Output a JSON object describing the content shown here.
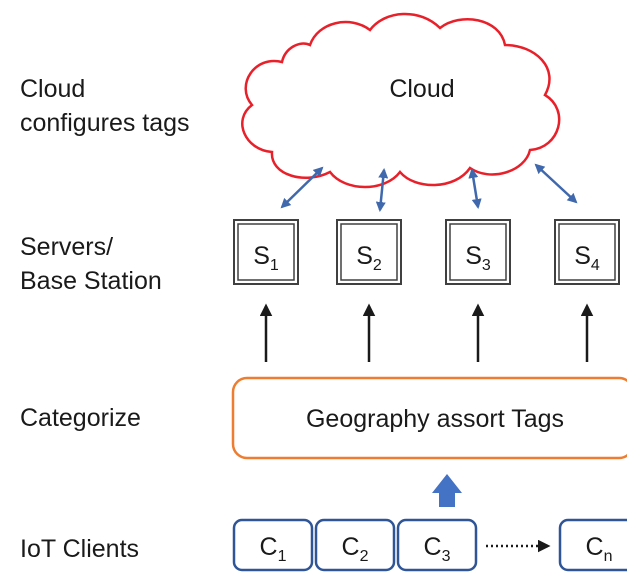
{
  "row_labels": {
    "cloud_line1": "Cloud",
    "cloud_line2": "configures tags",
    "servers_line1": "Servers/",
    "servers_line2": "Base Station",
    "categorize": "Categorize",
    "iot_clients": "IoT Clients"
  },
  "cloud": {
    "label": "Cloud"
  },
  "servers": [
    {
      "base": "S",
      "sub": "1"
    },
    {
      "base": "S",
      "sub": "2"
    },
    {
      "base": "S",
      "sub": "3"
    },
    {
      "base": "S",
      "sub": "4"
    }
  ],
  "categorize_box": {
    "label": "Geography assort Tags"
  },
  "clients": [
    {
      "base": "C",
      "sub": "1"
    },
    {
      "base": "C",
      "sub": "2"
    },
    {
      "base": "C",
      "sub": "3"
    },
    {
      "base": "C",
      "sub": "n"
    }
  ],
  "colors": {
    "cloud_stroke": "#e8202a",
    "arrow_blue": "#3f68ad",
    "box_orange": "#ed7d31",
    "client_blue": "#2f5597",
    "server_box": "#404040",
    "up_arrow_fill": "#4472c4"
  }
}
